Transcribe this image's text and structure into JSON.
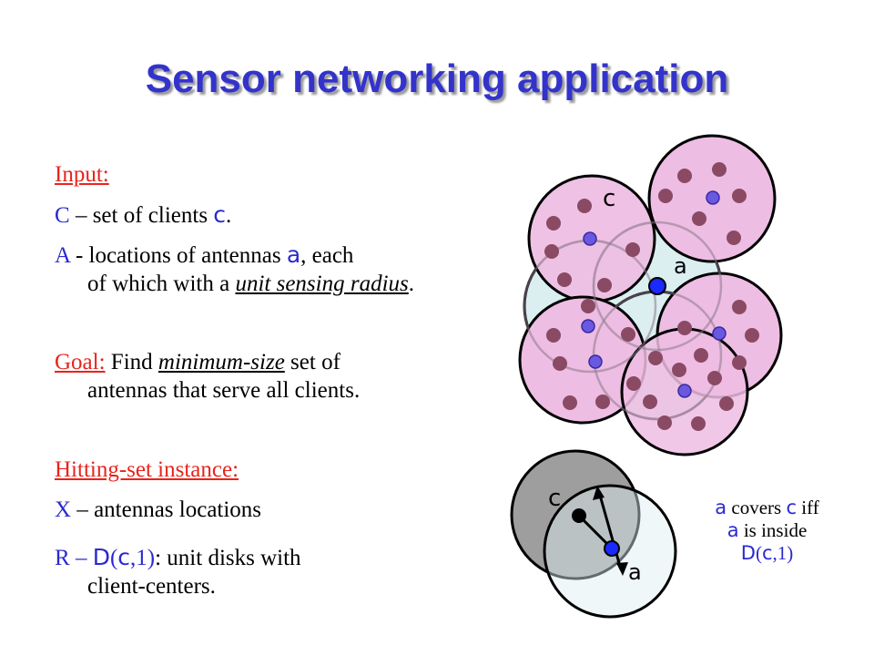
{
  "slide": {
    "title": "Sensor networking application",
    "input_heading": "Input:",
    "c_line": {
      "letter": "C",
      "text": " – set of clients ",
      "symbol": "c",
      "end": "."
    },
    "a_line": {
      "letter": "A",
      "text1": " -  locations of antennas ",
      "symbol": "a",
      "text2": ", each",
      "text3": "of which with a ",
      "emph": "unit sensing radius",
      "end": "."
    },
    "goal_heading": "Goal:",
    "goal_text1": " Find ",
    "goal_emph": "minimum-size",
    "goal_text2": " set of",
    "goal_text3": "antennas that serve all clients.",
    "hitting_heading": "Hitting-set instance:",
    "x_line": {
      "letter": "X",
      "text": " – antennas locations"
    },
    "r_line": {
      "letter": "R",
      "dash": " – ",
      "disk": "D",
      "paren_open": "(",
      "symbol": "c",
      "paren_close": ",1)",
      "text": ": unit disks with",
      "text2": "client-centers."
    },
    "caption": {
      "line1_sym": "a",
      "line1_text": " covers ",
      "line1_sym2": "c",
      "line1_end": " iff",
      "line2_sym": "a",
      "line2_text": " is inside",
      "line3_disk": "D",
      "line3_open": "(",
      "line3_sym": "c",
      "line3_close": ",1)"
    },
    "diagram_labels": {
      "client": "c",
      "antenna": "a"
    }
  },
  "colors": {
    "title": "#3333cc",
    "heading": "#e8241c",
    "letters": "#2a2ad0",
    "client_disk": "#eebde3",
    "antenna_disk": "#dbeef0",
    "client_dot": "#8a4a64",
    "antenna_dot": "#6a58e0",
    "gray_disk": "#9e9e9e"
  }
}
